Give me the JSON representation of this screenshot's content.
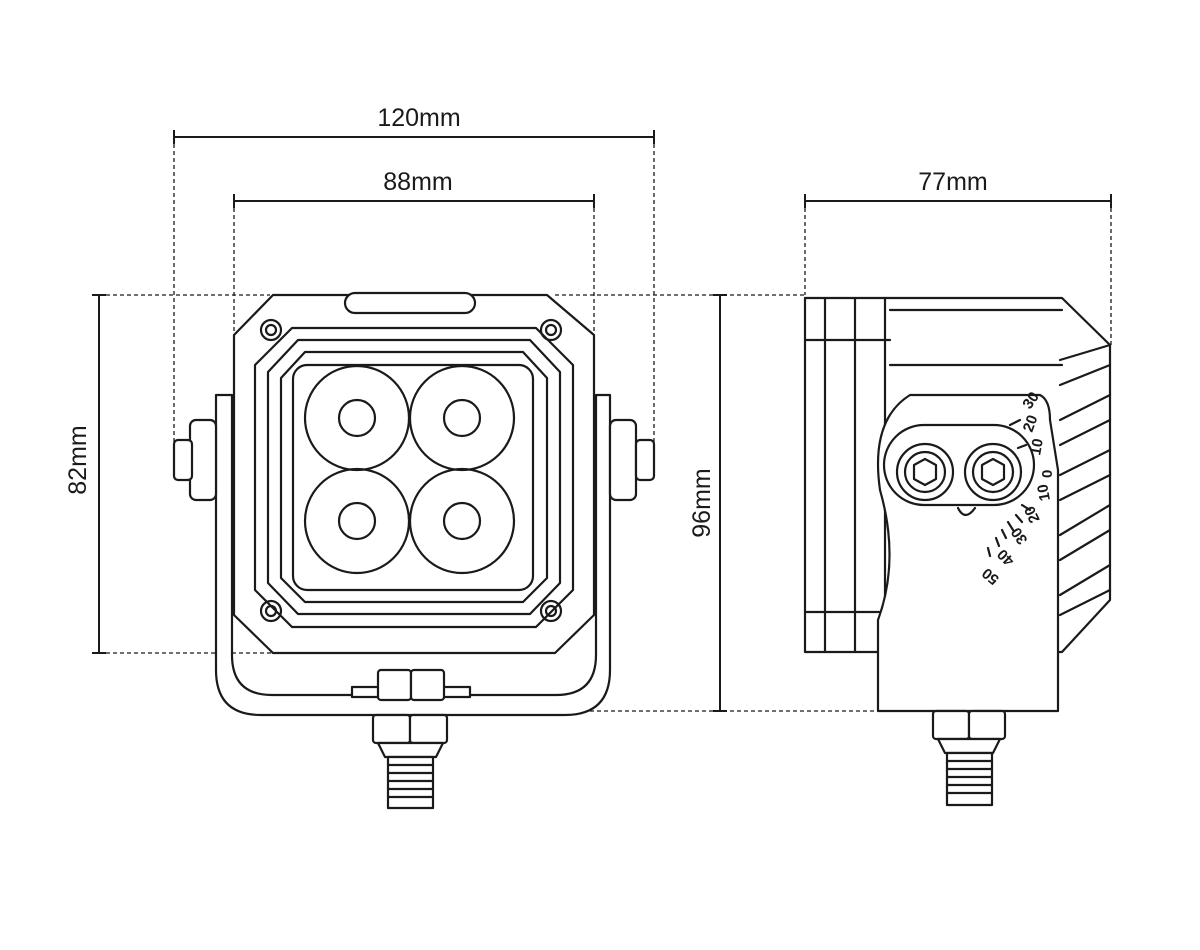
{
  "dimensions": {
    "overall_width": "120mm",
    "mount_width": "88mm",
    "housing_height": "82mm",
    "total_height": "96mm",
    "depth": "77mm"
  },
  "angle_scale": [
    "30",
    "20",
    "10",
    "0",
    "10",
    "20",
    "30",
    "40",
    "50"
  ],
  "colors": {
    "line": "#1a1a1a",
    "background": "#ffffff"
  }
}
